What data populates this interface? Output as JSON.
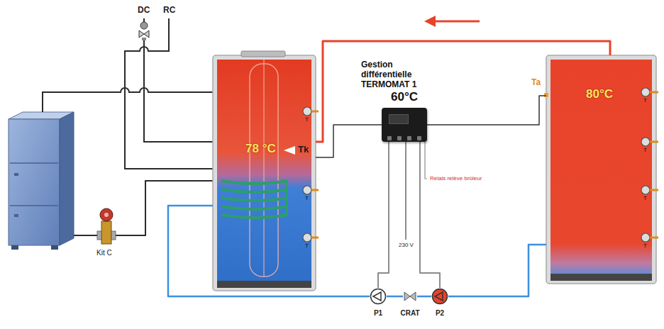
{
  "diagram": {
    "nodes": [
      {
        "text": [
          "78 °C"
        ]
      },
      {
        "text": [
          "Gestion différentielle TERMOMAT 1",
          "60°C"
        ]
      },
      {
        "text": [
          "80°C"
        ]
      },
      {
        "text": [
          "P1"
        ]
      },
      {
        "text": [
          "CRAT"
        ]
      },
      {
        "text": [
          "P2"
        ]
      }
    ],
    "edges": [
      {
        "from": 2,
        "to": 0,
        "arrow": "none"
      },
      {
        "from": 1,
        "to": 0,
        "arrow": "none"
      },
      {
        "from": 1,
        "to": 2,
        "arrow": "none"
      },
      {
        "from": 1,
        "to": 3,
        "arrow": "none"
      },
      {
        "from": 1,
        "to": 5,
        "arrow": "none"
      },
      {
        "from": 0,
        "to": 3,
        "arrow": "none"
      },
      {
        "from": 3,
        "to": 4,
        "arrow": "none"
      },
      {
        "from": 4,
        "to": 5,
        "arrow": "none"
      },
      {
        "from": 5,
        "to": 2,
        "arrow": "none"
      }
    ],
    "labels": [
      "DC",
      "RC",
      "T",
      "Tk",
      "T",
      "T",
      "Ta",
      "T",
      "T",
      "T",
      "T",
      "Relais relève brûleur",
      "230 V",
      "Kit C"
    ]
  }
}
